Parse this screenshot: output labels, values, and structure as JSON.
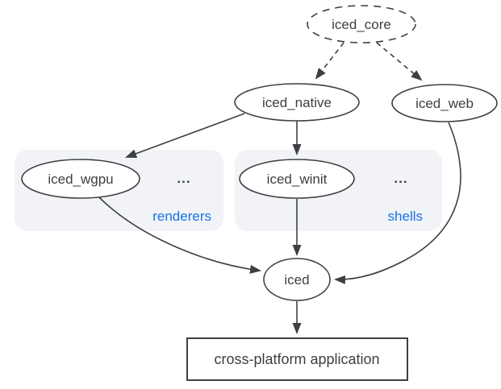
{
  "colors": {
    "stroke": "#3c4043",
    "text": "#3c4043",
    "group_label_blue": "#1a73e8",
    "group_bg": "#f1f3f6",
    "node_fill": "#ffffff",
    "canvas_bg": "#ffffff"
  },
  "nodes": {
    "core": {
      "label": "iced_core"
    },
    "native": {
      "label": "iced_native"
    },
    "web": {
      "label": "iced_web"
    },
    "wgpu": {
      "label": "iced_wgpu"
    },
    "winit": {
      "label": "iced_winit"
    },
    "iced": {
      "label": "iced"
    },
    "app": {
      "label": "cross-platform application"
    }
  },
  "groups": {
    "renderers": {
      "label": "renderers",
      "ellipsis": "..."
    },
    "shells": {
      "label": "shells",
      "ellipsis": "..."
    }
  }
}
